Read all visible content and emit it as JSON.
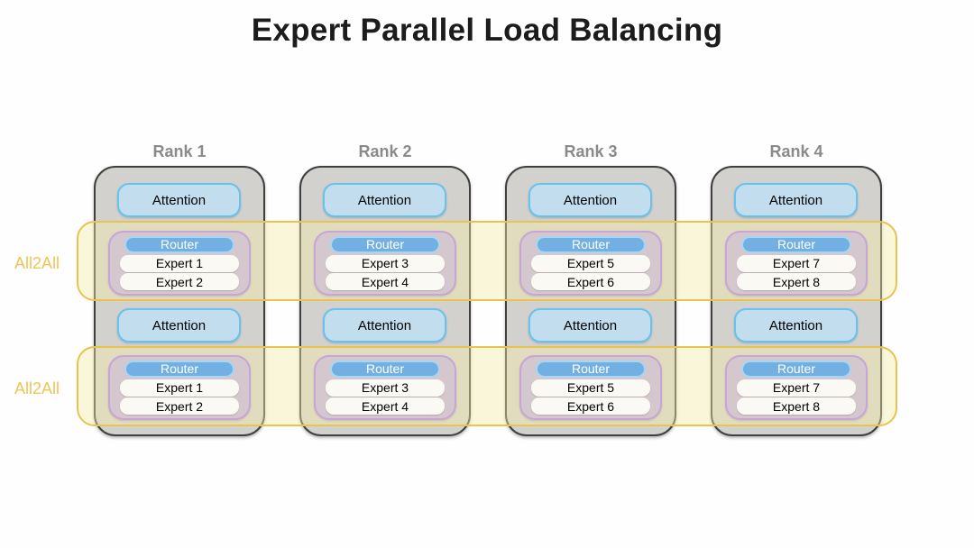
{
  "title": "Expert Parallel Load Balancing",
  "bands": [
    {
      "label": "All2All"
    },
    {
      "label": "All2All"
    }
  ],
  "ranks": [
    {
      "label": "Rank 1",
      "layers": [
        {
          "attention": "Attention",
          "router": "Router",
          "experts": [
            "Expert 1",
            "Expert 2"
          ]
        },
        {
          "attention": "Attention",
          "router": "Router",
          "experts": [
            "Expert 1",
            "Expert 2"
          ]
        }
      ]
    },
    {
      "label": "Rank 2",
      "layers": [
        {
          "attention": "Attention",
          "router": "Router",
          "experts": [
            "Expert 3",
            "Expert 4"
          ]
        },
        {
          "attention": "Attention",
          "router": "Router",
          "experts": [
            "Expert 3",
            "Expert 4"
          ]
        }
      ]
    },
    {
      "label": "Rank 3",
      "layers": [
        {
          "attention": "Attention",
          "router": "Router",
          "experts": [
            "Expert 5",
            "Expert 6"
          ]
        },
        {
          "attention": "Attention",
          "router": "Router",
          "experts": [
            "Expert 5",
            "Expert 6"
          ]
        }
      ]
    },
    {
      "label": "Rank 4",
      "layers": [
        {
          "attention": "Attention",
          "router": "Router",
          "experts": [
            "Expert 7",
            "Expert 8"
          ]
        },
        {
          "attention": "Attention",
          "router": "Router",
          "experts": [
            "Expert 7",
            "Expert 8"
          ]
        }
      ]
    }
  ],
  "colors": {
    "rank_fill": "#d2d1cd",
    "rank_border": "#3f3f3f",
    "rank_label_text": "#8a8a8a",
    "attention_fill": "#c2deee",
    "attention_border": "#68c2ee",
    "moe_fill": "#d4c7cd",
    "moe_border": "#c8a5d8",
    "router_fill": "#72b0e3",
    "router_border": "#a7d6f3",
    "expert_fill": "#fbf9f4",
    "band_fill": "rgba(246,236,170,0.42)",
    "band_border": "#e7c34f",
    "all2all_text": "#f0c455",
    "title_text": "#1c1c1c"
  }
}
